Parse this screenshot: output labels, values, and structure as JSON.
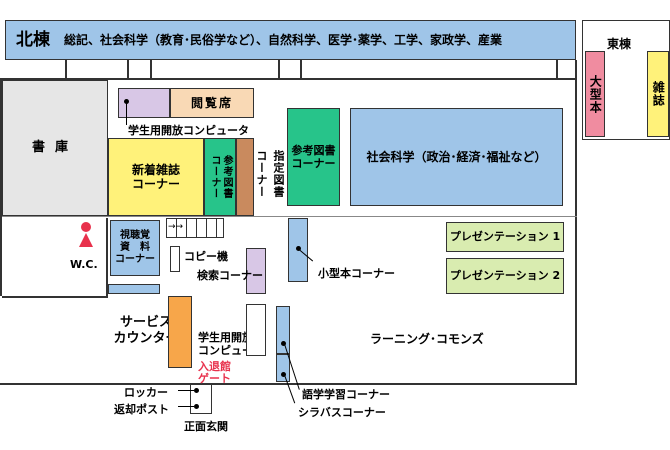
{
  "north": {
    "title": "北棟",
    "subtitle": "総記、社会科学（教育･民俗学など）、自然科学、医学･薬学、工学、家政学、産業"
  },
  "east": {
    "title": "東棟",
    "large_books": "大型本",
    "magazines": "雑誌"
  },
  "rooms": {
    "stacks": "書庫",
    "reading": "閲覧席",
    "student_pc_top": "学生用開放コンピュータ",
    "new_magazines": "新着雑誌\nコーナー",
    "reference_corner": "参考図書コーナー",
    "reference_small": "参考図書",
    "corner_small": "コーナー",
    "designated": "指定図書",
    "corner_designated": "コーナー",
    "social": "社会科学（政治･経済･福祉など）",
    "wc": "W.C.",
    "av": "視聴覚\n資　料\nコーナー",
    "copy": "コピー機",
    "search": "検索コーナー",
    "small_books": "小型本コーナー",
    "presentation1": "プレゼンテーション 1",
    "presentation2": "プレゼンテーション 2",
    "service": "サービス\nカウンター",
    "student_pc": "学生用開放\nコンピュータ",
    "gate": "入退館\nゲート",
    "learning_commons": "ラーニング･コモンズ",
    "language": "語学学習コーナー",
    "syllabus": "シラバスコーナー",
    "locker": "ロッカー",
    "return_post": "返却ポスト",
    "entrance": "正面玄関"
  },
  "colors": {
    "north_band": "#9fc5e8",
    "social": "#9fc5e8",
    "pink": "#f08ca0",
    "yellow": "#fff27a",
    "green": "#27c48a",
    "brown": "#c98a5e",
    "lavender": "#d8c7e6",
    "peach": "#f9d9b5",
    "light_green": "#d9ecb0",
    "orange": "#f7a64a",
    "gray": "#e6e6e6",
    "wc_red": "#e8314c",
    "gate_red": "#e8314c"
  }
}
